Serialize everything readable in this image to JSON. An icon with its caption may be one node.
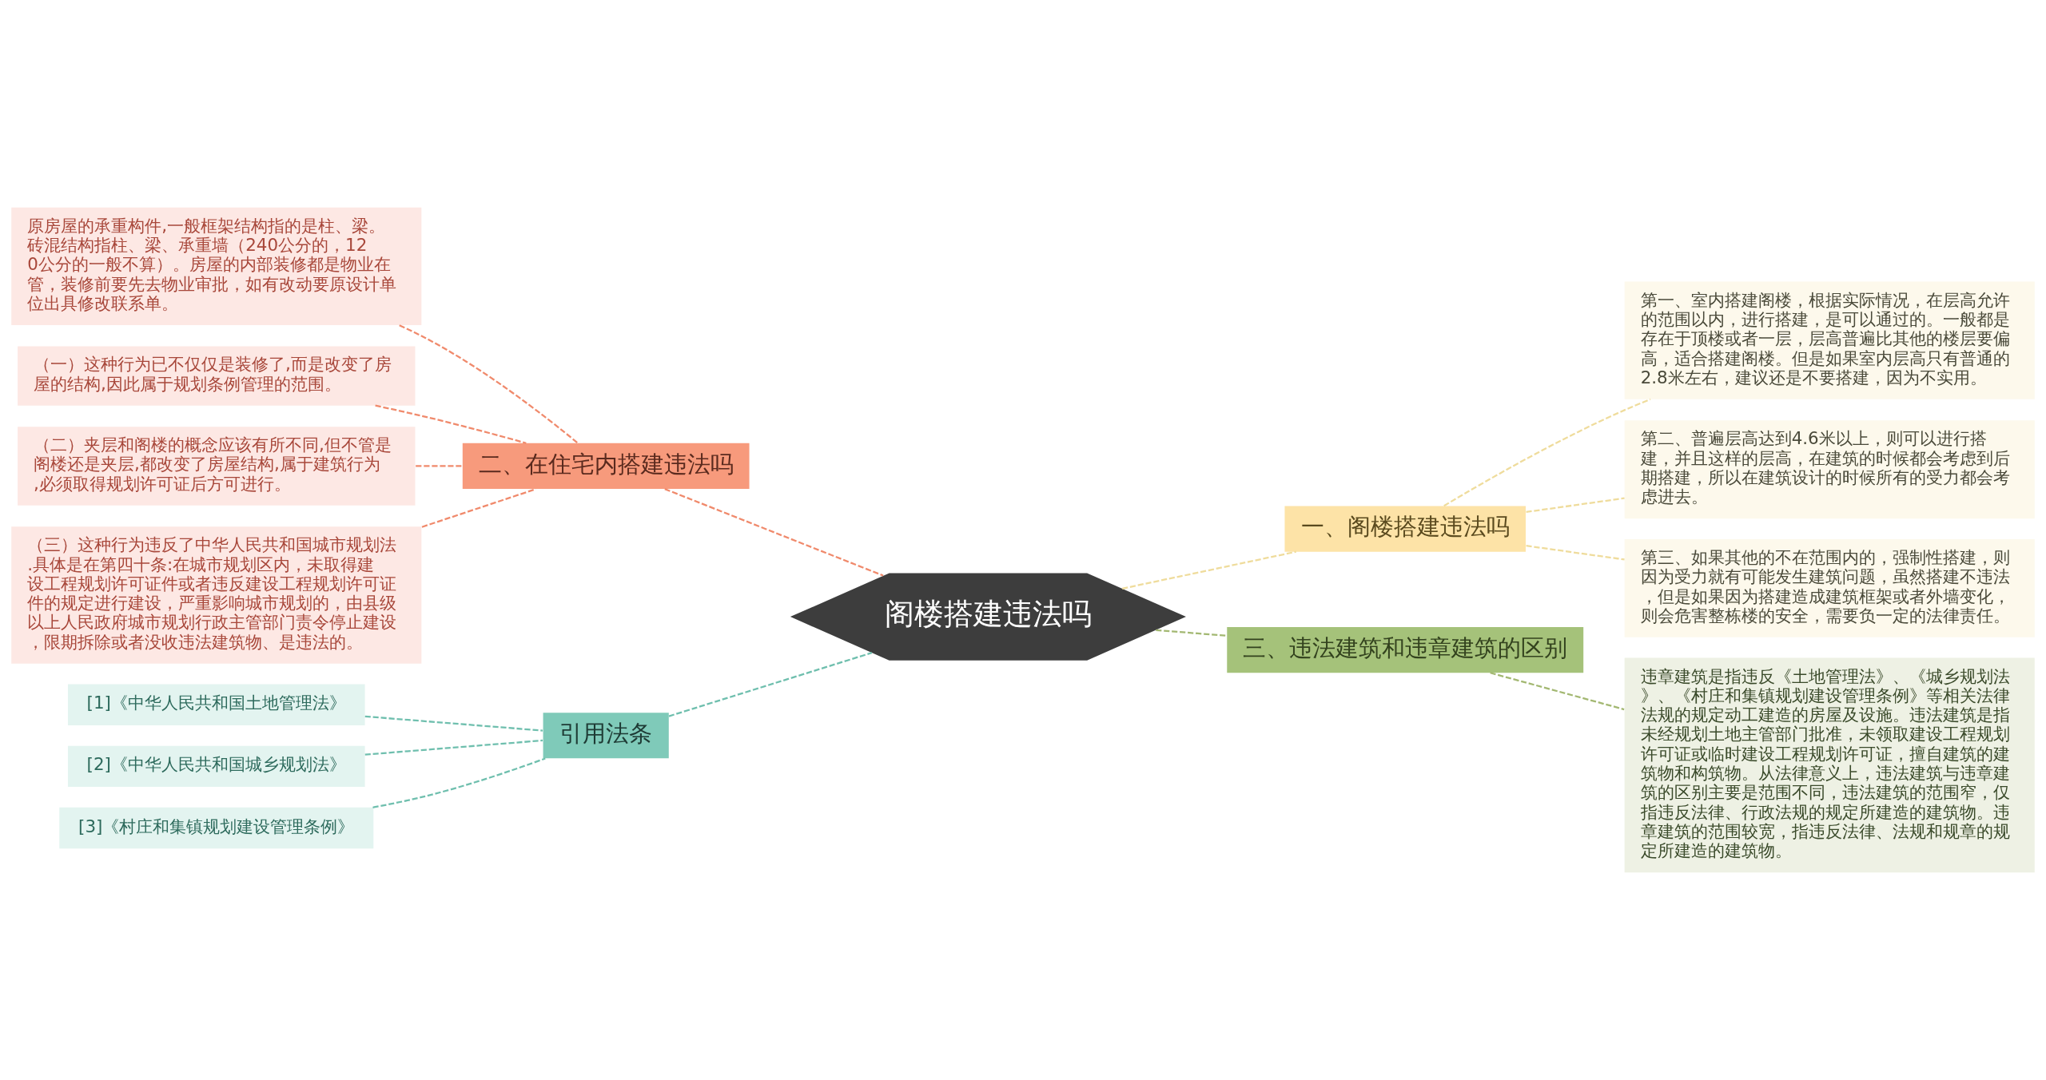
{
  "diagram": {
    "nodes": [
      {
        "text": [
          "阁楼搭建违法吗"
        ]
      },
      {
        "text": [
          "二、在住宅内搭建违法吗"
        ]
      },
      {
        "text": [
          "原房屋的承重构件,一般框架结构指的是柱、梁。砖混结构指柱、梁、承重墙（240公分的，120公分的一般不算）。房屋的内部装修都是物业在管，装修前要先去物业审批，如有改动要原设计单位出具修改联系单。"
        ]
      },
      {
        "text": [
          "（一）这种行为已不仅仅是装修了,而是改变了房屋的结构,因此属于规划条例管理的范围。"
        ]
      },
      {
        "text": [
          "（二）夹层和阁楼的概念应该有所不同,但不管是阁楼还是夹层,都改变了房屋结构,属于建筑行为,必须取得规划许可证后方可进行。"
        ]
      },
      {
        "text": [
          "（三）这种行为违反了中华人民共和国城市规划法.具体是在第四十条:在城市规划区内，未取得建设工程规划许可证件或者违反建设工程规划许可证件的规定进行建设，严重影响城市规划的，由县级以上人民政府城市规划行政主管部门责令停止建设，限期拆除或者没收违法建筑物、是违法的。"
        ]
      },
      {
        "text": [
          "一、阁楼搭建违法吗"
        ]
      },
      {
        "text": [
          "第一、室内搭建阁楼，根据实际情况，在层高允许的范围以内，进行搭建，是可以通过的。一般都是存在于顶楼或者一层，层高普遍比其他的楼层要偏高，适合搭建阁楼。但是如果室内层高只有普通的2.8米左右，建议还是不要搭建，因为不实用。"
        ]
      },
      {
        "text": [
          "第二、普遍层高达到4.6米以上，则可以进行搭建，并且这样的层高，在建筑的时候都会考虑到后期搭建，所以在建筑设计的时候所有的受力都会考虑进去。"
        ]
      },
      {
        "text": [
          "第三、如果其他的不在范围内的，强制性搭建，则因为受力就有可能发生建筑问题，虽然搭建不违法，但是如果因为搭建造成建筑框架或者外墙变化，则会危害整栋楼的安全，需要负一定的法律责任。"
        ]
      },
      {
        "text": [
          "三、违法建筑和违章建筑的区别"
        ]
      },
      {
        "text": [
          "违章建筑是指违反《土地管理法》、《城乡规划法》、《村庄和集镇规划建设管理条例》等相关法律法规的规定动工建造的房屋及设施。违法建筑是指未经规划土地主管部门批准，未领取建设工程规划许可证或临时建设工程规划许可证，擅自建筑的建筑物和构筑物。从法律意义上，违法建筑与违章建筑的区别主要是范围不同，违法建筑的范围窄，仅指违反法律、行政法规的规定所建造的建筑物。违章建筑的范围较宽，指违反法律、法规和规章的规定所建造的建筑物。"
        ]
      },
      {
        "text": [
          "引用法条"
        ]
      },
      {
        "text": [
          "[1]《中华人民共和国土地管理法》"
        ]
      },
      {
        "text": [
          "[2]《中华人民共和国城乡规划法》"
        ]
      },
      {
        "text": [
          "[3]《村庄和集镇规划建设管理条例》"
        ]
      }
    ],
    "edges": [
      {
        "from": 0,
        "to": 1,
        "arrow": "none",
        "style": "dashed",
        "color": "#f08a6c"
      },
      {
        "from": 1,
        "to": 2,
        "arrow": "none",
        "style": "dashed",
        "color": "#f08a6c"
      },
      {
        "from": 1,
        "to": 3,
        "arrow": "none",
        "style": "dashed",
        "color": "#f08a6c"
      },
      {
        "from": 1,
        "to": 4,
        "arrow": "none",
        "style": "dashed",
        "color": "#f08a6c"
      },
      {
        "from": 1,
        "to": 5,
        "arrow": "none",
        "style": "dashed",
        "color": "#f08a6c"
      },
      {
        "from": 0,
        "to": 6,
        "arrow": "none",
        "style": "dashed",
        "color": "#efdc9c"
      },
      {
        "from": 6,
        "to": 7,
        "arrow": "none",
        "style": "dashed",
        "color": "#efdc9c"
      },
      {
        "from": 6,
        "to": 8,
        "arrow": "none",
        "style": "dashed",
        "color": "#efdc9c"
      },
      {
        "from": 6,
        "to": 9,
        "arrow": "none",
        "style": "dashed",
        "color": "#efdc9c"
      },
      {
        "from": 0,
        "to": 10,
        "arrow": "none",
        "style": "dashed",
        "color": "#a3b872"
      },
      {
        "from": 10,
        "to": 11,
        "arrow": "none",
        "style": "dashed",
        "color": "#a3b872"
      },
      {
        "from": 0,
        "to": 12,
        "arrow": "none",
        "style": "dashed",
        "color": "#6fbfae"
      },
      {
        "from": 12,
        "to": 13,
        "arrow": "none",
        "style": "dashed",
        "color": "#6fbfae"
      },
      {
        "from": 12,
        "to": 14,
        "arrow": "none",
        "style": "dashed",
        "color": "#6fbfae"
      },
      {
        "from": 12,
        "to": 15,
        "arrow": "none",
        "style": "dashed",
        "color": "#6fbfae"
      }
    ]
  }
}
